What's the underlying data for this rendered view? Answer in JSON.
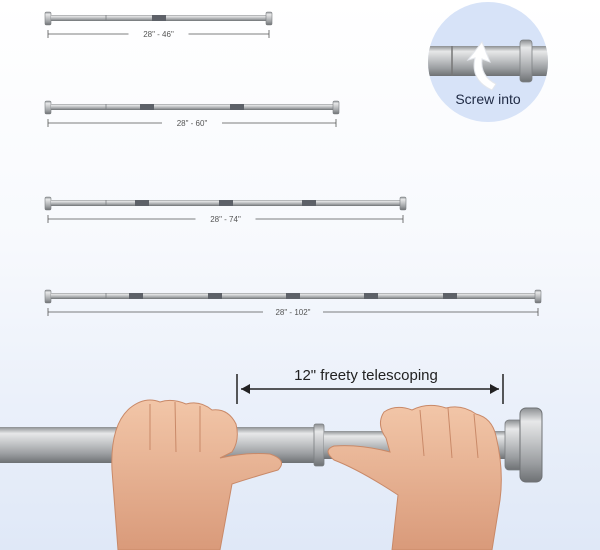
{
  "rods": [
    {
      "range_label": "28\" - 46\"",
      "min_in": 28,
      "max_in": 46,
      "sections": 2
    },
    {
      "range_label": "28\" - 60\"",
      "min_in": 28,
      "max_in": 60,
      "sections": 3
    },
    {
      "range_label": "28\" - 74\"",
      "min_in": 28,
      "max_in": 74,
      "sections": 4
    },
    {
      "range_label": "28\" - 102\"",
      "min_in": 28,
      "max_in": 102,
      "sections": 6
    }
  ],
  "callout": {
    "label": "Screw into",
    "icon": "rotate-arrow-icon"
  },
  "telescoping": {
    "label": "12\" freety telescoping"
  },
  "colors": {
    "metal": "#b9bbbd",
    "metal_dark": "#7f8285",
    "joint": "#5d6168",
    "accent_circle": "#d7e3f8",
    "line": "#555555"
  }
}
